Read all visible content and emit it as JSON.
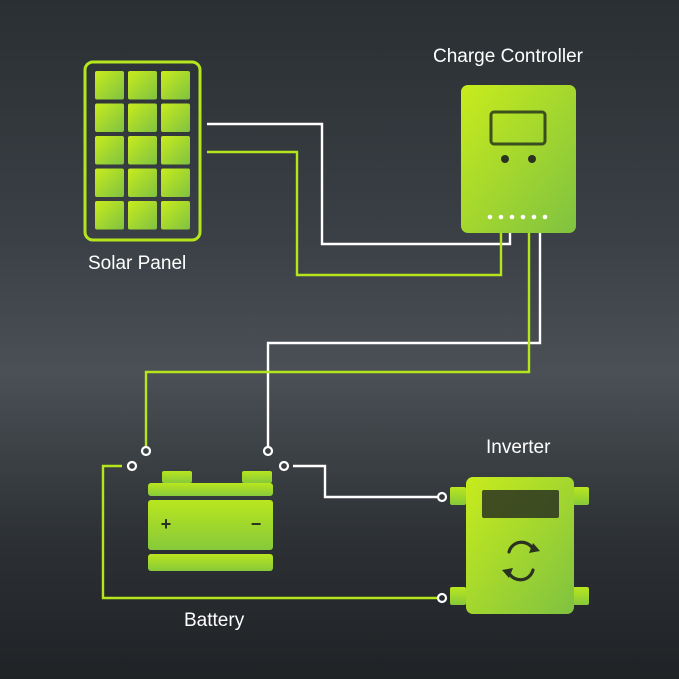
{
  "labels": {
    "solar_panel": "Solar Panel",
    "charge_controller": "Charge Controller",
    "inverter": "Inverter",
    "battery": "Battery"
  },
  "battery_terminals": {
    "positive": "+",
    "negative": "−"
  },
  "colors": {
    "accent_green": "#b5e61d",
    "component_green_dark": "#7fc241",
    "wire_white": "#ffffff",
    "background": "#3a4045"
  },
  "icons": [
    "solar-panel-icon",
    "charge-controller-icon",
    "battery-icon",
    "inverter-icon",
    "refresh-arrows-icon",
    "ring-terminal-icon"
  ]
}
